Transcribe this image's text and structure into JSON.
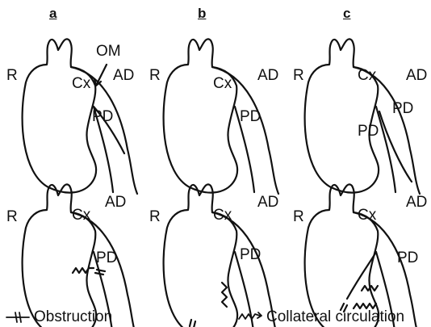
{
  "columns": [
    "a",
    "b",
    "c"
  ],
  "labels": {
    "R": "R",
    "Cx": "Cx",
    "AD": "AD",
    "PD": "PD",
    "OM": "OM"
  },
  "legend": {
    "obstruction": "Obstruction",
    "collateral": "Collateral circulation"
  },
  "colors": {
    "line": "#111111",
    "background": "#ffffff"
  }
}
